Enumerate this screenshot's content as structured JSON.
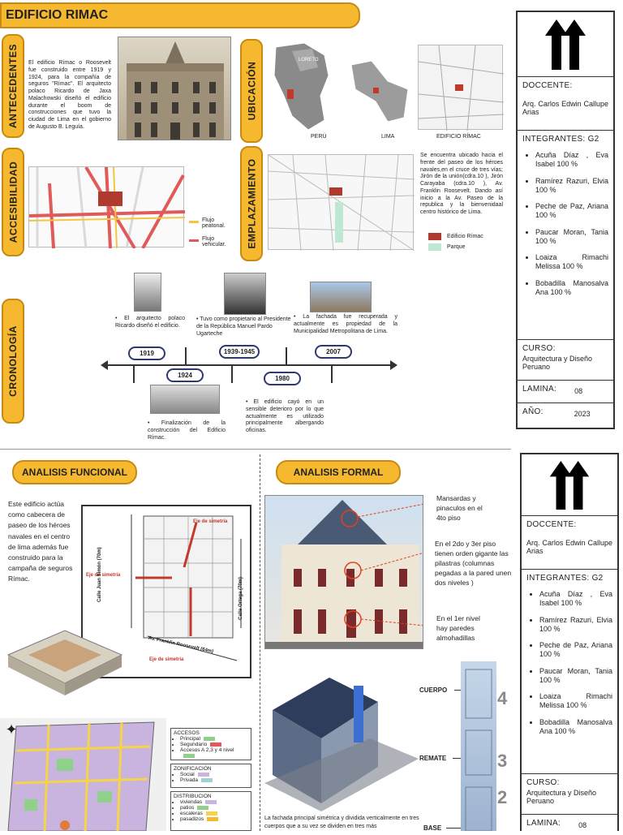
{
  "title": "EDIFICIO RIMAC",
  "sections": {
    "antecedentes": "ANTECEDENTES",
    "accesibilidad": "ACCESIBILIDAD",
    "ubicacion": "UBICACIÓN",
    "emplazamiento": "EMPLAZAMIENTO",
    "cronologia": "CRONOLOGÍA",
    "funcional": "ANALISIS FUNCIONAL",
    "formal": "ANALISIS FORMAL"
  },
  "antecedentes_text": "El edificio Rímac o Roosevelt fue construido entre 1919 y 1924, para la compañía de seguros \"Rímac\". El arquitecto polaco Ricardo de Jaxa Malachowski diseñó el edificio durante el boom de construcciones que tuvo la ciudad de Lima en el gobierno de Augusto B. Leguía.",
  "ubicacion_labels": [
    "PERÚ",
    "LIMA",
    "EDIFICIO RÍMAC"
  ],
  "map_loreto": "LORETO",
  "accesibilidad_legend": [
    "Flujo peatonal.",
    "Flujo vehicular."
  ],
  "emplazamiento_text": "Se encuentra ubicado hacia el frente del paseo de los héroes navales,en el cruce de tres vías; Jirón de la unión(cdra.10 ), Jirón Carayaba (cdra.10 ), Av. Franklin Roosevelt. Dando así inicio a la Av. Paseo de la republica y la bienvenidaal centro histórico de Lima.",
  "emplazamiento_legend": [
    "Edificio Rímac",
    "Parque"
  ],
  "cronologia": {
    "years_top": [
      "1919",
      "1939-1945",
      "2007"
    ],
    "years_bottom": [
      "1924",
      "1980"
    ],
    "events_top": [
      "El arquitecto polaco Ricardo diseñó el edificio.",
      "Tuvo como propietario al Presidente de la República Manuel Pardo Ugarteche",
      "La fachada fue recuperada y actualmente es propiedad de la Municipalidad Metropolitana de Lima."
    ],
    "events_bottom": [
      "Finalización de la construcción del Edificio Rímac.",
      "El edificio cayó en un sensible deterioro por lo que actualmente es utilizado principalmente albergando oficinas."
    ]
  },
  "panel": {
    "docente_label": "DOCCENTE:",
    "docente_name": "Arq. Carlos Edwin Callupe Arias",
    "integrantes_label": "INTEGRANTES: G2",
    "integrantes": [
      "Acuña Díaz , Eva Isabel 100 %",
      "Ramírez Razuri, Elvia 100 %",
      "Peche de Paz, Ariana 100 %",
      "Paucar Moran, Tania 100 %",
      "Loaiza Rimachi Melissa 100 %",
      "Bobadilla Manosalva Ana 100 %"
    ],
    "curso_label": "CURSO:",
    "curso_name": "Arquitectura y Diseño Peruano",
    "lamina_label": "LAMINA:",
    "lamina_value": "08",
    "anio_label": "AÑO:",
    "anio_value": "2023"
  },
  "lamina_partial": "LAMINA:",
  "lamina_partial_value": "08",
  "funcional_text": "Este edificio actúa como cabecera de paseo de los héroes navales en el centro de lima además fue construido para la campaña de seguros Rímac.",
  "plan_labels": {
    "eje1": "Eje de simetría",
    "eje2": "Eje de simetría",
    "eje3": "Eje de simetría",
    "calle1": "Calle Juan Simón (70m)",
    "calle2": "Calle Ortega (70m)",
    "av": "Av. Franklin Roosevelt (64m)"
  },
  "formal_notes": [
    "Mansardas y pinaculos en el 4to piso",
    "En el 2do y 3er piso tienen orden gigante las pilastras (columnas pegadas a la pared unen dos niveles )",
    "En el 1er nivel hay paredes almohadillas"
  ],
  "formal_parts": [
    "CUERPO",
    "REMATE",
    "BASE"
  ],
  "formal_numbers": [
    "4",
    "3",
    "2"
  ],
  "formal_bottom_text": "La fachada principal simétrica y dividida verticalmente en tres cuerpos que a su vez se dividen en tres más",
  "zonas_legend": {
    "accesos_title": "ACCESOS",
    "accesos": [
      "Principal",
      "Segundario",
      "Accesos A 2,3 y 4 nivel"
    ],
    "zon_title": "ZONIFICACIÓN",
    "zon": [
      "Social",
      "Privada"
    ],
    "dist_title": "DISTRIBUCION",
    "dist": [
      "viviendas",
      "patios",
      "escaleras",
      "pasadizos"
    ]
  },
  "colors": {
    "accent": "#f5b82e",
    "accent_border": "#c98a14",
    "red": "#c0392b",
    "navy": "#2c3a70"
  }
}
